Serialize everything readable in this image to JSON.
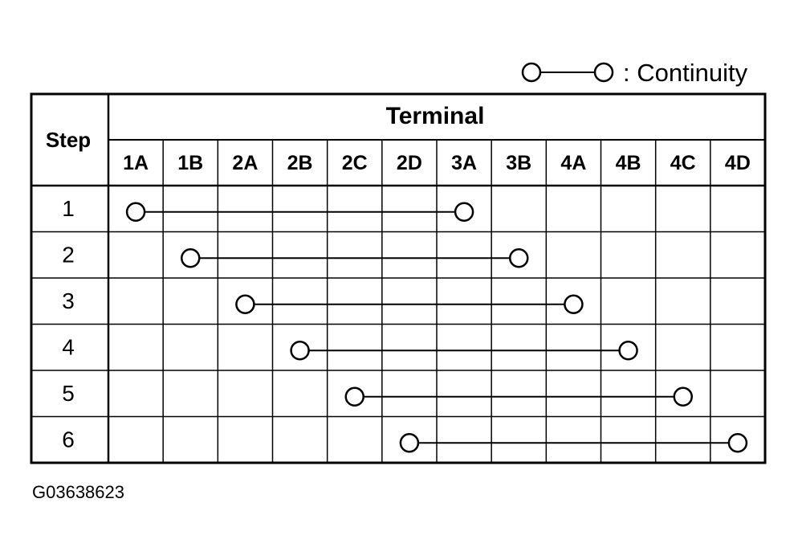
{
  "legend": {
    "label": ": Continuity"
  },
  "table": {
    "step_header": "Step",
    "terminal_header": "Terminal",
    "terminals": [
      "1A",
      "1B",
      "2A",
      "2B",
      "2C",
      "2D",
      "3A",
      "3B",
      "4A",
      "4B",
      "4C",
      "4D"
    ],
    "rows": [
      {
        "step": "1",
        "from": "1A",
        "to": "3A"
      },
      {
        "step": "2",
        "from": "1B",
        "to": "3B"
      },
      {
        "step": "3",
        "from": "2A",
        "to": "4A"
      },
      {
        "step": "4",
        "from": "2B",
        "to": "4B"
      },
      {
        "step": "5",
        "from": "2C",
        "to": "4C"
      },
      {
        "step": "6",
        "from": "2D",
        "to": "4D"
      }
    ]
  },
  "figure_code": "G03638623"
}
